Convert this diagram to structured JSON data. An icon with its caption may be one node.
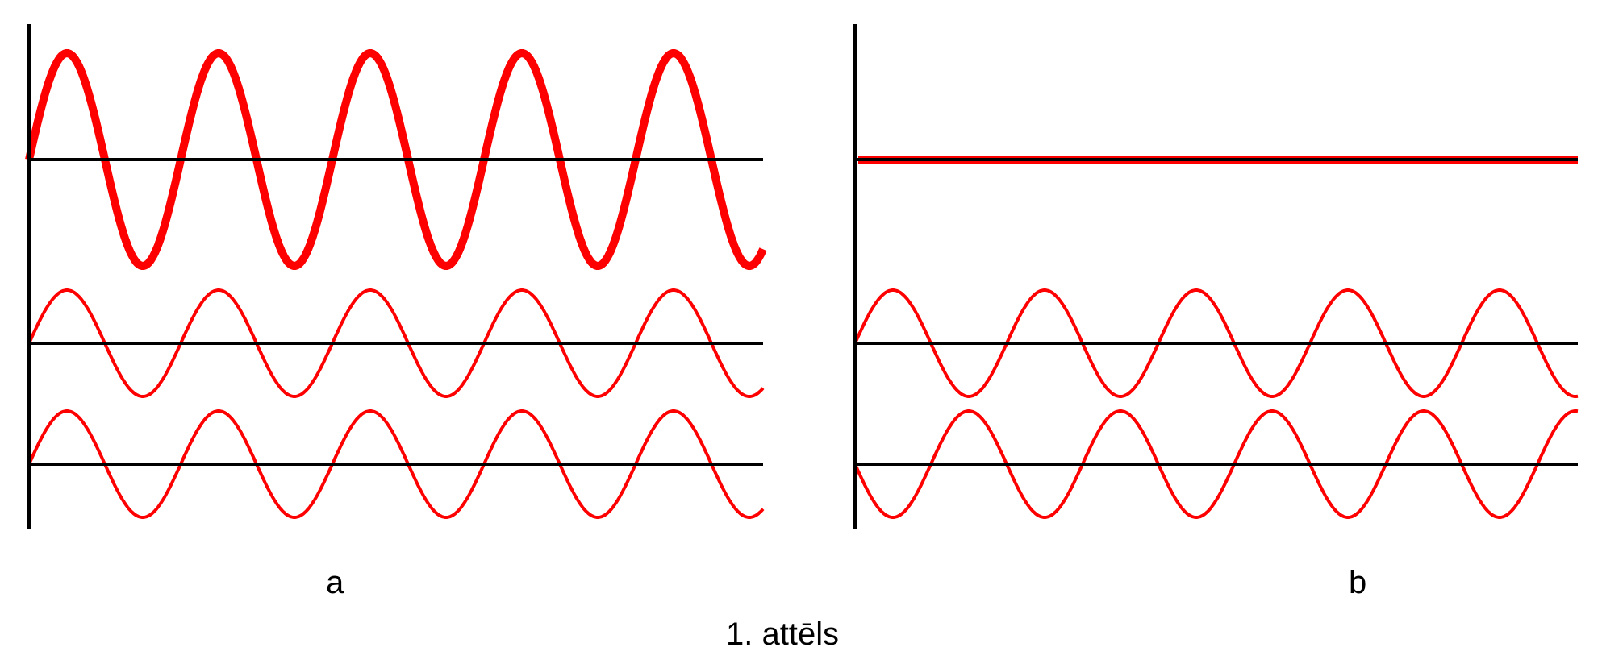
{
  "diagram": {
    "caption": "1. attēls",
    "labels": [
      "a",
      "b"
    ]
  }
}
